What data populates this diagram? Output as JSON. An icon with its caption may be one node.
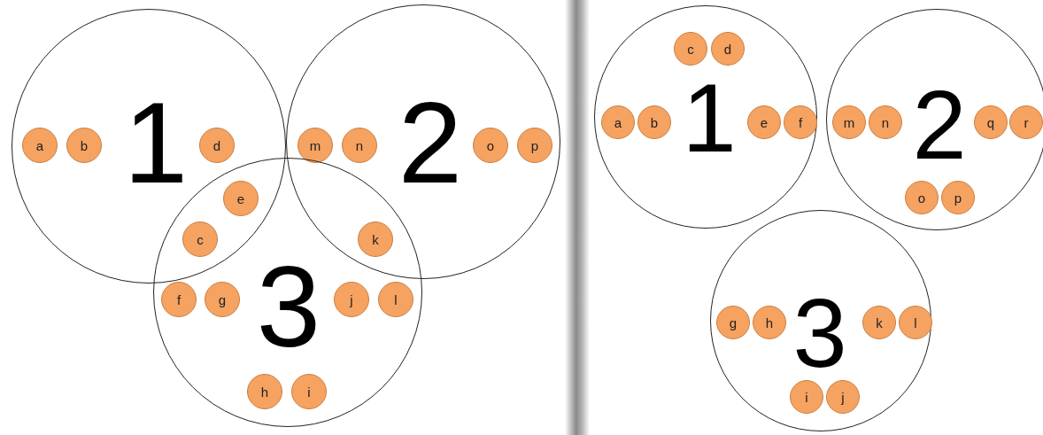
{
  "diagram": {
    "nodes": [
      {
        "text": [
          "1"
        ]
      },
      {
        "text": [
          "2"
        ]
      },
      {
        "text": [
          "3"
        ]
      },
      {
        "text": [
          "a"
        ],
        "in": 0
      },
      {
        "text": [
          "b"
        ],
        "in": 0
      },
      {
        "text": [
          "d"
        ],
        "in": 0
      },
      {
        "text": [
          "m"
        ],
        "in": 1
      },
      {
        "text": [
          "n"
        ],
        "in": 1
      },
      {
        "text": [
          "o"
        ],
        "in": 1
      },
      {
        "text": [
          "p"
        ],
        "in": 1
      },
      {
        "text": [
          "e"
        ]
      },
      {
        "text": [
          "c"
        ]
      },
      {
        "text": [
          "k"
        ]
      },
      {
        "text": [
          "f"
        ],
        "in": 2
      },
      {
        "text": [
          "g"
        ],
        "in": 2
      },
      {
        "text": [
          "j"
        ],
        "in": 2
      },
      {
        "text": [
          "l"
        ],
        "in": 2
      },
      {
        "text": [
          "h"
        ],
        "in": 2
      },
      {
        "text": [
          "i"
        ],
        "in": 2
      },
      {
        "text": [
          "1"
        ]
      },
      {
        "text": [
          "2"
        ]
      },
      {
        "text": [
          "3"
        ]
      },
      {
        "text": [
          "c"
        ],
        "in": 19
      },
      {
        "text": [
          "d"
        ],
        "in": 19
      },
      {
        "text": [
          "a"
        ],
        "in": 19
      },
      {
        "text": [
          "b"
        ],
        "in": 19
      },
      {
        "text": [
          "e"
        ],
        "in": 19
      },
      {
        "text": [
          "f"
        ],
        "in": 19
      },
      {
        "text": [
          "m"
        ],
        "in": 20
      },
      {
        "text": [
          "n"
        ],
        "in": 20
      },
      {
        "text": [
          "q"
        ],
        "in": 20
      },
      {
        "text": [
          "r"
        ],
        "in": 20
      },
      {
        "text": [
          "o"
        ],
        "in": 20
      },
      {
        "text": [
          "p"
        ],
        "in": 20
      },
      {
        "text": [
          "g"
        ],
        "in": 21
      },
      {
        "text": [
          "h"
        ],
        "in": 21
      },
      {
        "text": [
          "k"
        ],
        "in": 21
      },
      {
        "text": [
          "l"
        ],
        "in": 21
      },
      {
        "text": [
          "i"
        ],
        "in": 21
      },
      {
        "text": [
          "j"
        ],
        "in": 21
      }
    ]
  }
}
